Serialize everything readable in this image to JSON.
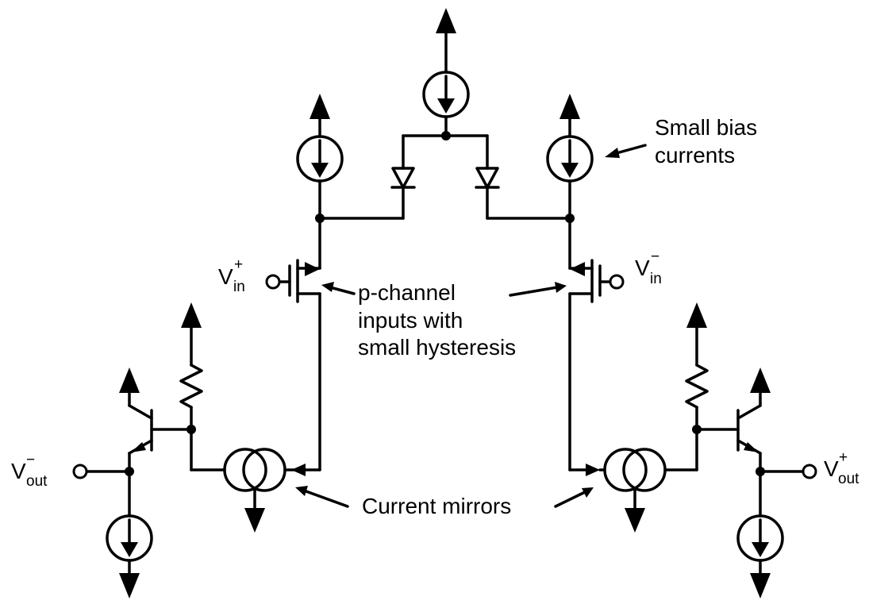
{
  "labels": {
    "small_bias": [
      "Small bias",
      "currents"
    ],
    "p_channel": [
      "p-channel",
      "inputs with",
      "small hysteresis"
    ],
    "current_mirrors": "Current mirrors"
  },
  "terminals": {
    "vin_plus": {
      "base": "V",
      "sub": "in",
      "sup": "+"
    },
    "vin_minus": {
      "base": "V",
      "sub": "in",
      "sup": "−"
    },
    "vout_minus": {
      "base": "V",
      "sub": "out",
      "sup": "−"
    },
    "vout_plus": {
      "base": "V",
      "sub": "out",
      "sup": "+"
    }
  },
  "colors": {
    "ink": "#000000",
    "background": "#ffffff"
  }
}
